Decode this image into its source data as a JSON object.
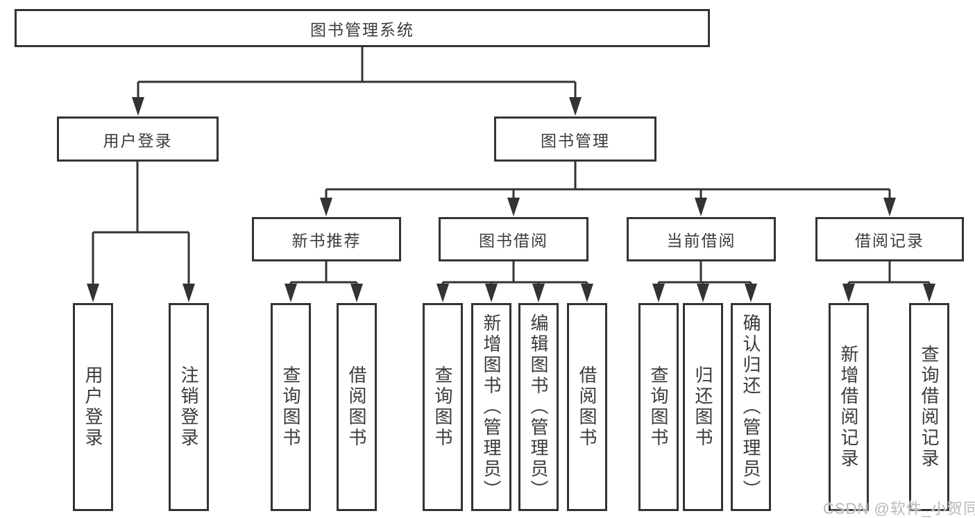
{
  "diagram": {
    "title_node": "图书管理系统",
    "root": {
      "label": "图书管理系统"
    },
    "branches": [
      {
        "label": "用户登录",
        "children": [
          {
            "label": "用户登录"
          },
          {
            "label": "注销登录"
          }
        ]
      },
      {
        "label": "图书管理",
        "children": [
          {
            "label": "新书推荐",
            "children": [
              {
                "label": "查询图书"
              },
              {
                "label": "借阅图书"
              }
            ]
          },
          {
            "label": "图书借阅",
            "children": [
              {
                "label": "查询图书"
              },
              {
                "label": "新增图书（管理员）"
              },
              {
                "label": "编辑图书（管理员）"
              },
              {
                "label": "借阅图书"
              }
            ]
          },
          {
            "label": "当前借阅",
            "children": [
              {
                "label": "查询图书"
              },
              {
                "label": "归还图书"
              },
              {
                "label": "确认归还（管理员）"
              }
            ]
          },
          {
            "label": "借阅记录",
            "children": [
              {
                "label": "新增借阅记录"
              },
              {
                "label": "查询借阅记录"
              }
            ]
          }
        ]
      }
    ],
    "watermark": "CSDN @软件_小贺同学",
    "colors": {
      "line": "#333333",
      "text": "#3b3b3b",
      "background": "#ffffff",
      "watermark": "#b5b9be"
    }
  }
}
